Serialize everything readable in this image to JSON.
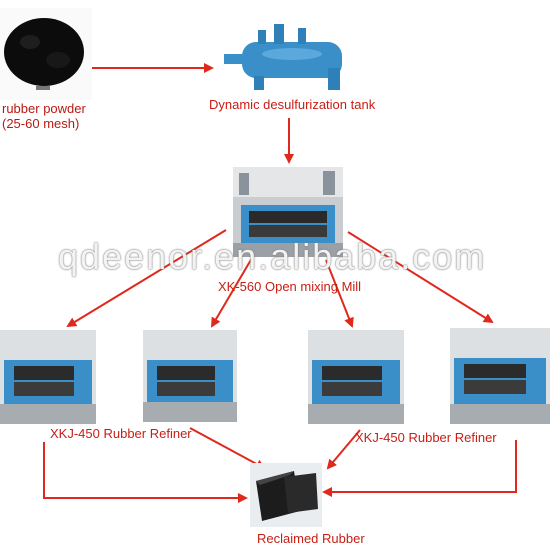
{
  "nodes": {
    "powder": {
      "label_line1": "rubber powder",
      "label_line2": "(25-60 mesh)"
    },
    "tank": {
      "label": "Dynamic desulfurization tank"
    },
    "mill": {
      "label": "XK-560 Open mixing Mill"
    },
    "refiner_left": {
      "label": "XKJ-450 Rubber Refiner"
    },
    "refiner_right": {
      "label": "XKJ-450 Rubber Refiner"
    },
    "reclaimed": {
      "label": "Reclaimed Rubber"
    }
  },
  "watermark": "qdeenor.en.alibaba.com",
  "colors": {
    "arrow": "#e0281c",
    "label": "#c81e14",
    "machine_blue": "#3a8fc8"
  }
}
